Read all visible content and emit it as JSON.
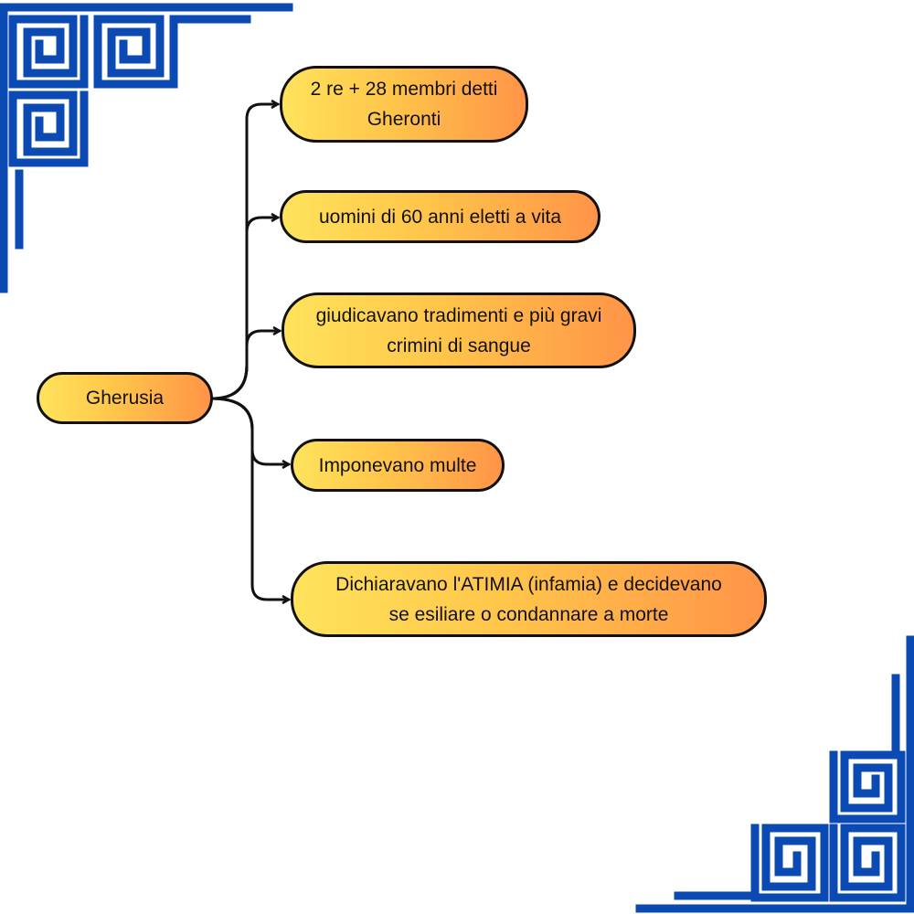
{
  "mindmap": {
    "root": {
      "label": "Gherusia"
    },
    "branches": [
      {
        "lines": [
          "2 re + 28 membri detti",
          "Gheronti"
        ]
      },
      {
        "lines": [
          "uomini di 60 anni eletti a vita"
        ]
      },
      {
        "lines": [
          "giudicavano tradimenti e più gravi",
          "crimini di sangue"
        ]
      },
      {
        "lines": [
          "Imponevano multe"
        ]
      },
      {
        "lines": [
          "Dichiaravano l'ATIMIA (infamia) e decidevano",
          "se esiliare o condannare a morte"
        ]
      }
    ]
  },
  "decoration": {
    "pattern": "greek-key-meander-border",
    "color": "#0b49b3"
  }
}
